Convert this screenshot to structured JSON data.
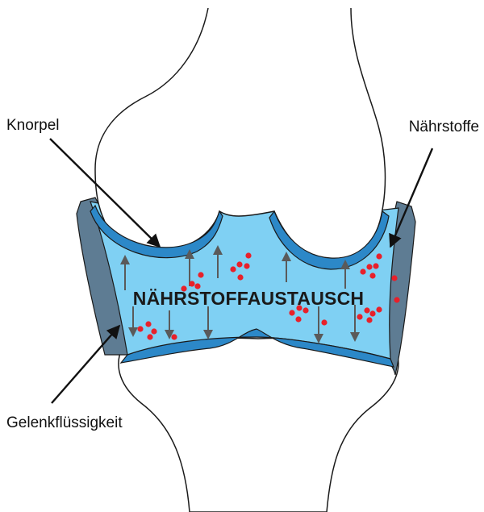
{
  "diagram": {
    "center_label": "NÄHRSTOFFAUSTAUSCH",
    "labels": {
      "cartilage": "Knorpel",
      "nutrients": "Nährstoffe",
      "synovial_fluid": "Gelenkflüssigkeit"
    },
    "colors": {
      "bone_fill": "#ffffff",
      "outline": "#1a1a1a",
      "joint_capsule": "#5e7c93",
      "synovial_fluid": "#7fd0f3",
      "cartilage": "#2c88c8",
      "arrow": "#5a5a5a",
      "nutrient_dot": "#e8202a"
    }
  }
}
